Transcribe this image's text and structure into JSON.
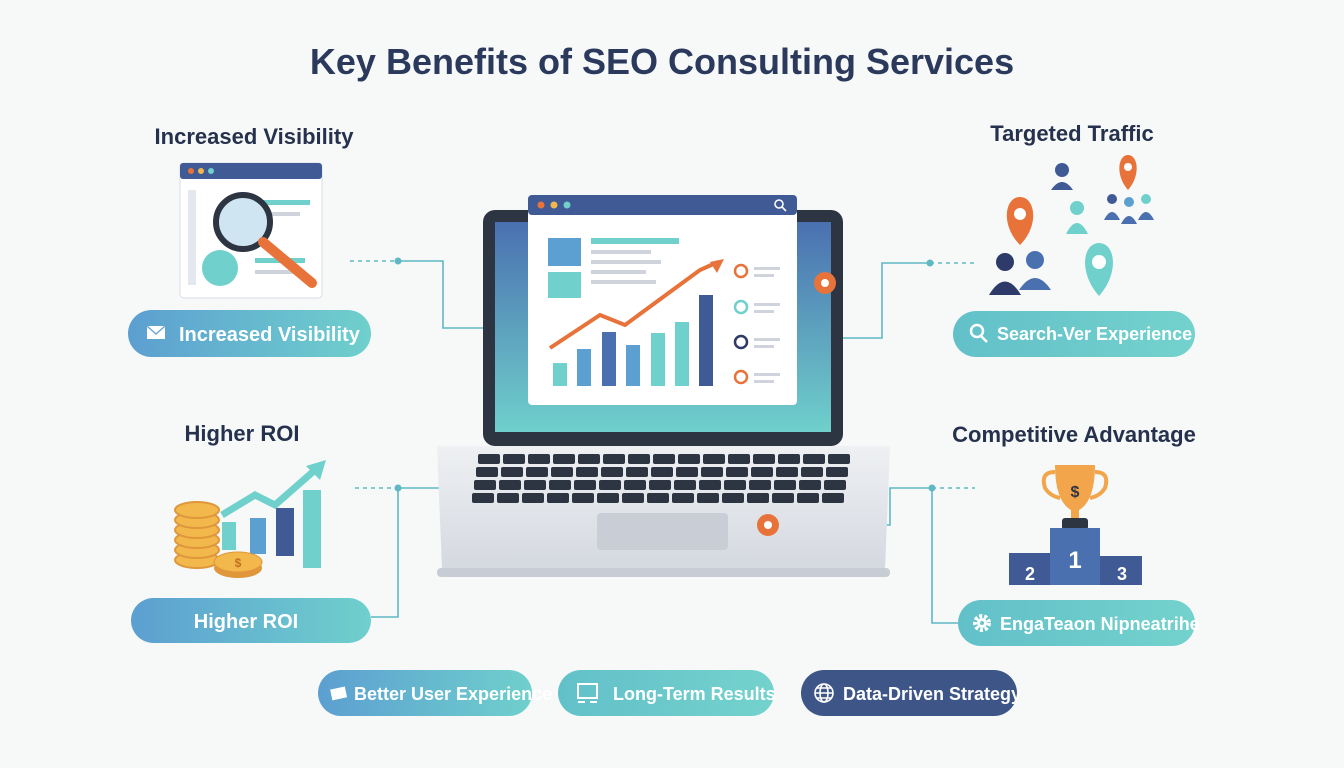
{
  "title": "Key Benefits of SEO Consulting Services",
  "sections": {
    "top_left": {
      "heading": "Increased Visibility",
      "pill": "Increased Visibility",
      "icon": "envelope-icon"
    },
    "top_right": {
      "heading": "Targeted Traffic",
      "pill": "Search-Ver Experience",
      "icon": "search-icon"
    },
    "bottom_left": {
      "heading": "Higher ROI",
      "pill": "Higher ROI"
    },
    "bottom_right": {
      "heading": "Competitive Advantage",
      "pill": "EngaTeaon Nipneatrihe",
      "icon": "gear-icon",
      "podium": [
        "2",
        "1",
        "3"
      ],
      "trophy_symbol": "$"
    }
  },
  "bottom_pills": [
    {
      "label": "Better User Experience",
      "icon": "envelope-icon"
    },
    {
      "label": "Long-Term Results",
      "icon": "monitor-icon"
    },
    {
      "label": "Data-Driven Strategy",
      "icon": "globe-icon"
    }
  ],
  "coin_symbol": "$",
  "colors": {
    "navy": "#2b3a5c",
    "teal": "#6ccfcf",
    "blue": "#5a9fd0",
    "orange": "#e8733a",
    "dark_pill": "#3d5687"
  }
}
